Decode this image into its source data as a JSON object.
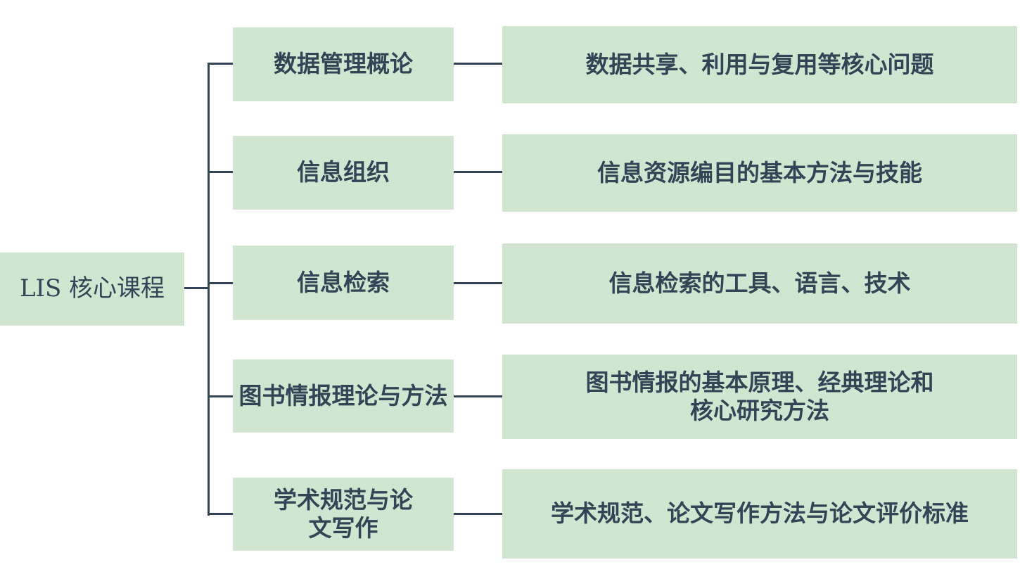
{
  "diagram": {
    "root": {
      "label": "LIS 核心课程"
    },
    "branches": [
      {
        "course": "数据管理概论",
        "description": "数据共享、利用与复用等核心问题"
      },
      {
        "course": "信息组织",
        "description": "信息资源编目的基本方法与技能"
      },
      {
        "course": "信息检索",
        "description": "信息检索的工具、语言、技术"
      },
      {
        "course": "图书情报理论与方法",
        "description": "图书情报的基本原理、经典理论和核心研究方法"
      },
      {
        "course": "学术规范与论文写作",
        "description": "学术规范、论文写作方法与论文评价标准"
      }
    ],
    "colors": {
      "box_fill": "#d2e5d0",
      "text": "#344457",
      "line": "#344457"
    }
  }
}
